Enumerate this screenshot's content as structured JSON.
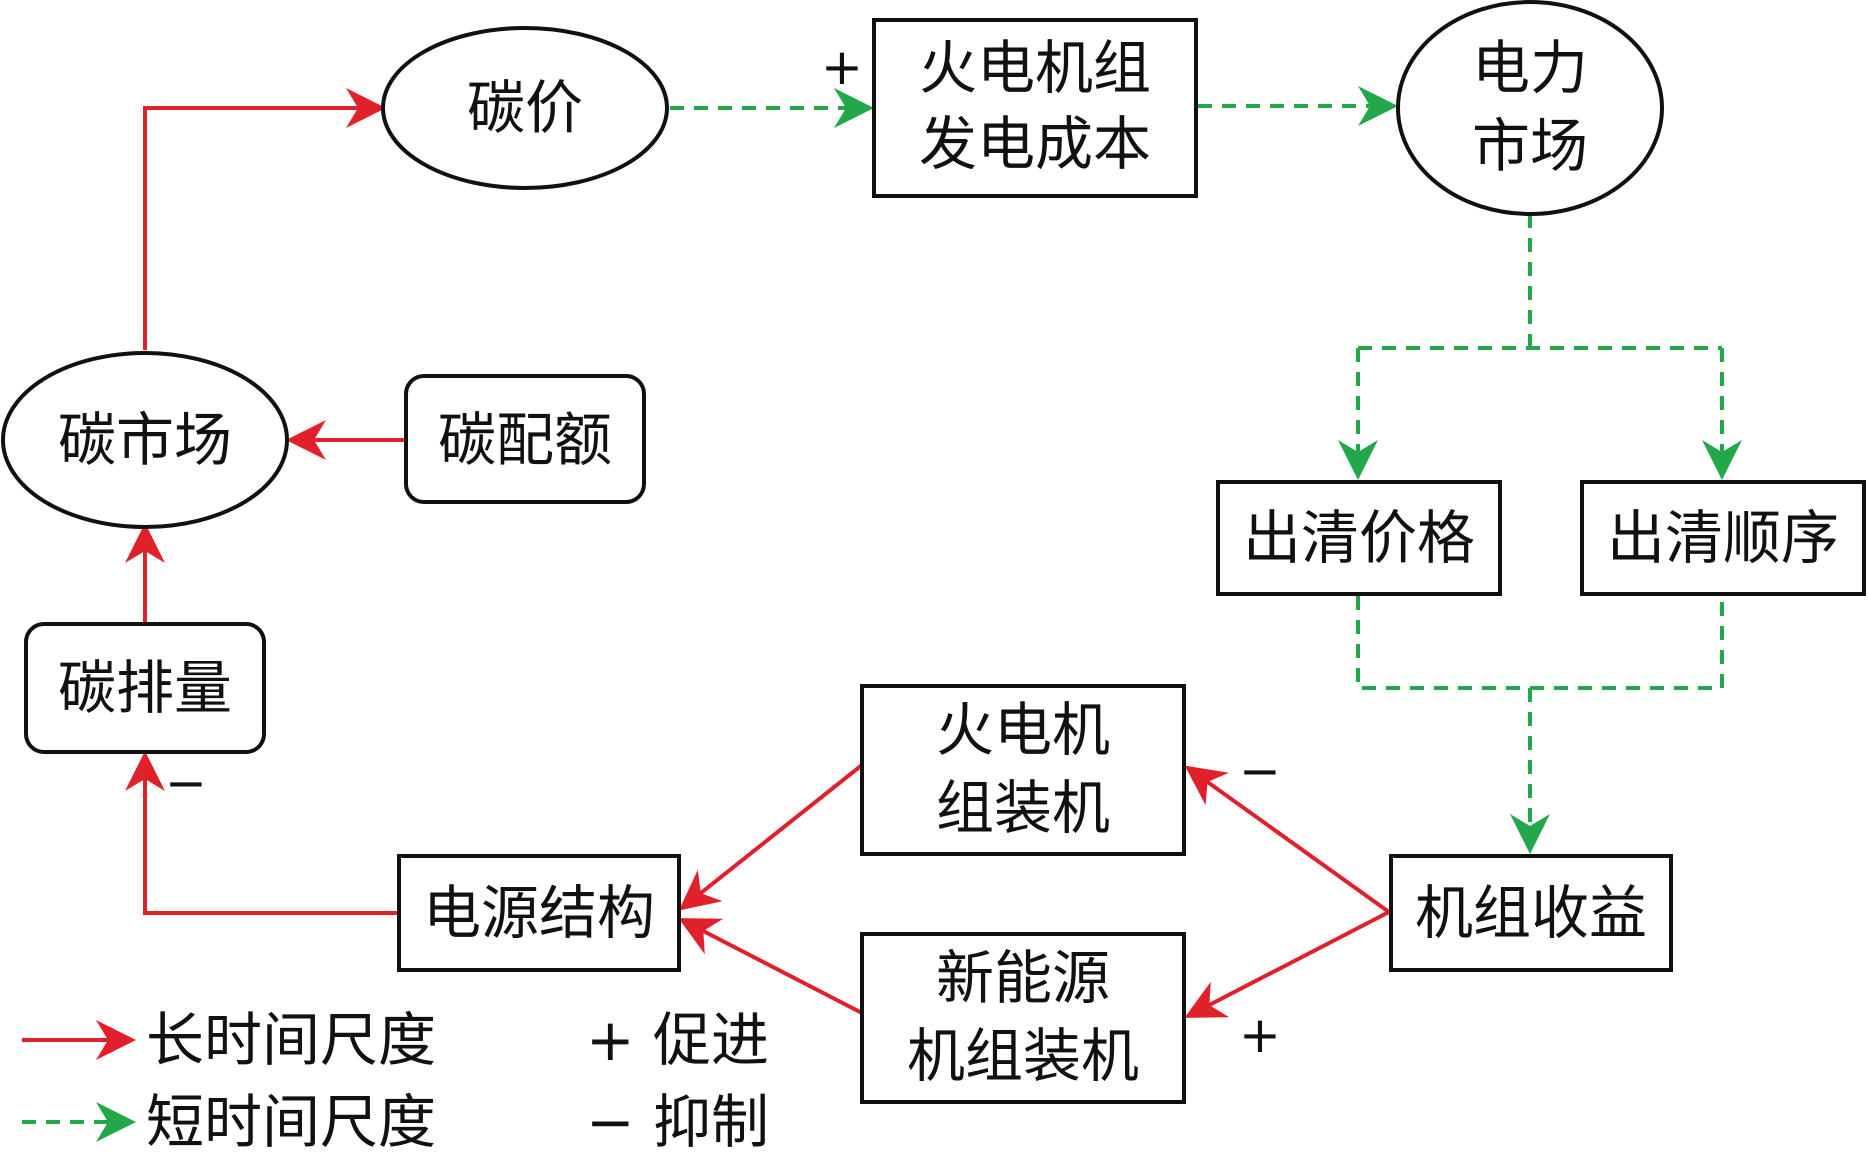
{
  "nodes": {
    "carbon_price": "碳价",
    "thermal_cost_l1": "火电机组",
    "thermal_cost_l2": "发电成本",
    "power_market_l1": "电力",
    "power_market_l2": "市场",
    "carbon_market": "碳市场",
    "carbon_quota": "碳配额",
    "clearing_price": "出清价格",
    "clearing_order": "出清顺序",
    "carbon_emission": "碳排量",
    "thermal_install_l1": "火电机",
    "thermal_install_l2": "组装机",
    "new_energy_l1": "新能源",
    "new_energy_l2": "机组装机",
    "power_structure": "电源结构",
    "unit_revenue": "机组收益"
  },
  "signs": {
    "plus": "+",
    "minus": "−"
  },
  "legend": {
    "long_term": "长时间尺度",
    "short_term": "短时间尺度",
    "promote": "+ 促进",
    "inhibit": "− 抑制"
  },
  "colors": {
    "long_term": "#e0202a",
    "short_term": "#22a84a"
  }
}
